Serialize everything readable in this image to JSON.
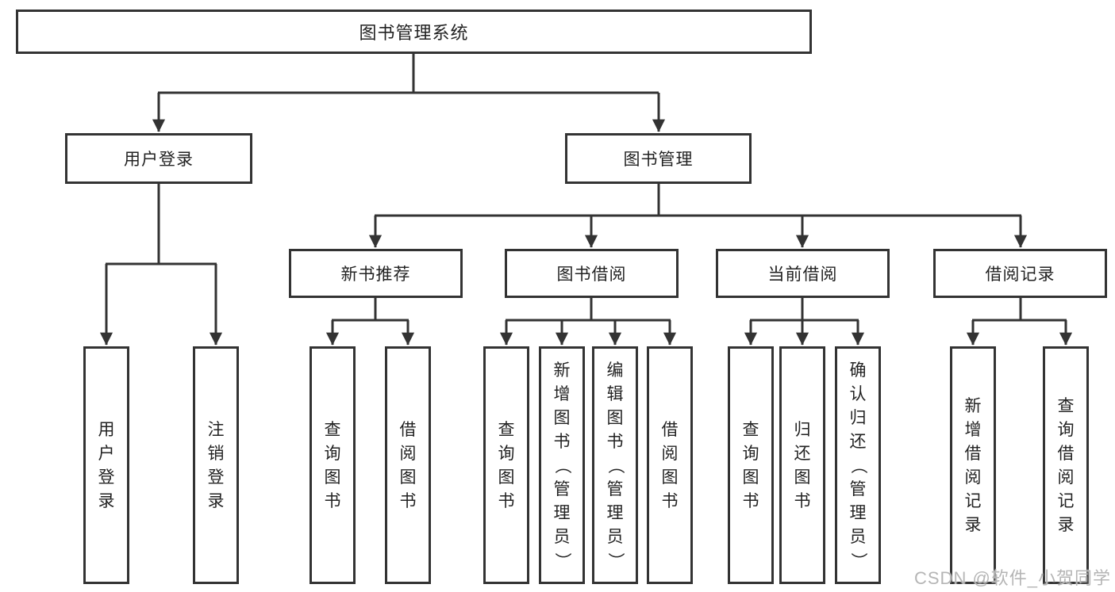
{
  "diagram": {
    "title": "图书管理系统",
    "root": {
      "label": "图书管理系统"
    },
    "children": [
      {
        "label": "用户登录",
        "children": [
          {
            "label": "用户登录"
          },
          {
            "label": "注销登录"
          }
        ]
      },
      {
        "label": "图书管理",
        "children": [
          {
            "label": "新书推荐",
            "children": [
              {
                "label": "查询图书"
              },
              {
                "label": "借阅图书"
              }
            ]
          },
          {
            "label": "图书借阅",
            "children": [
              {
                "label": "查询图书"
              },
              {
                "label": "新增图书（管理员）"
              },
              {
                "label": "编辑图书（管理员）"
              },
              {
                "label": "借阅图书"
              }
            ]
          },
          {
            "label": "当前借阅",
            "children": [
              {
                "label": "查询图书"
              },
              {
                "label": "归还图书"
              },
              {
                "label": "确认归还（管理员）"
              }
            ]
          },
          {
            "label": "借阅记录",
            "children": [
              {
                "label": "新增借阅记录"
              },
              {
                "label": "查询借阅记录"
              }
            ]
          }
        ]
      }
    ]
  },
  "watermark": {
    "text": "CSDN @软件_小贺同学"
  },
  "colors": {
    "line": "#333333",
    "box_border": "#333333",
    "box_fill": "#ffffff",
    "text": "#222222",
    "watermark": "#b5b5b5"
  }
}
